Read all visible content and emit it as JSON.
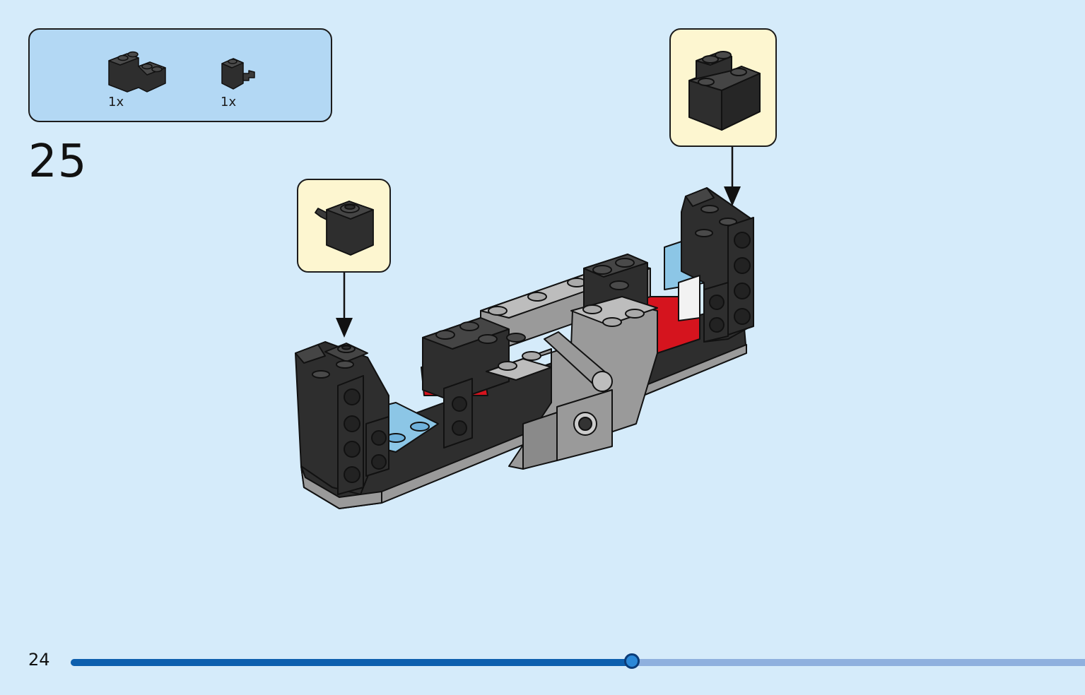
{
  "parts_list": [
    {
      "icon": "brick-corner-2x2-black-icon",
      "count": "1x"
    },
    {
      "icon": "brick-1x1-clip-black-icon",
      "count": "1x"
    }
  ],
  "step": {
    "number": "25"
  },
  "callouts": [
    {
      "icon": "brick-1x1-clip-black-icon"
    },
    {
      "icon": "brick-corner-2x2-black-icon"
    }
  ],
  "page": {
    "number": "24"
  },
  "progress": {
    "fraction": 0.553
  },
  "colors": {
    "background": "#d5ebfa",
    "parts_box": "#b3d8f4",
    "callout_box": "#fdf6d0",
    "progress_fill": "#0d5fae",
    "progress_track": "#8fb0de",
    "brick_black": "#2e2e2e",
    "brick_gray": "#9a9a9a",
    "brick_red": "#d5141e",
    "brick_blue": "#8cc6e6"
  }
}
